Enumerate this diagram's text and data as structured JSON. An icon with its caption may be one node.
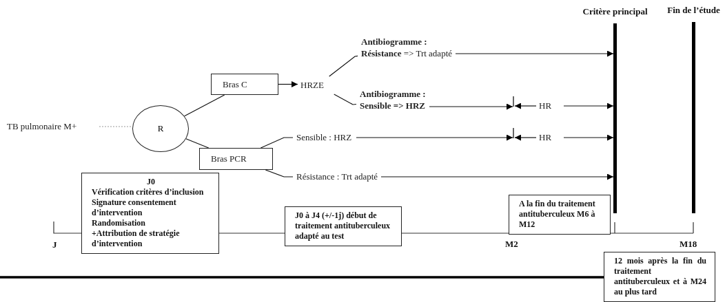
{
  "diagram": {
    "nodes": [
      {
        "text": [
          "TB pulmonaire M+"
        ]
      },
      {
        "text": [
          "R"
        ]
      },
      {
        "text": [
          "Bras C"
        ]
      },
      {
        "text": [
          "Bras PCR"
        ]
      },
      {
        "text": [
          "HRZE"
        ]
      },
      {
        "text": [
          "Antibiogramme :",
          "**Résistance** => Trt adapté"
        ]
      },
      {
        "text": [
          "Antibiogramme :",
          "Sensible => HRZ"
        ]
      },
      {
        "text": [
          "Sensible : HRZ"
        ]
      },
      {
        "text": [
          "Résistance : Trt adapté"
        ]
      },
      {
        "text": [
          "HR"
        ]
      },
      {
        "text": [
          "HR"
        ]
      },
      {
        "text": [
          "Critère principal"
        ]
      },
      {
        "text": [
          "Fin de l’étude"
        ]
      },
      {
        "text": [
          "J0",
          "Vérification critères d’inclusion",
          "Signature consentement d’intervention",
          "Randomisation",
          "+Attribution de stratégie d’intervention"
        ]
      },
      {
        "text": [
          "J0 à J4 (+/-1j) début de traitement antituberculeux adapté au test"
        ]
      },
      {
        "text": [
          "A la fin du traitement antituberculeux M6 à M12"
        ]
      },
      {
        "text": [
          "12 mois après la fin du traitement antituberculeux et à M24 au plus tard"
        ]
      }
    ],
    "edges": [
      {
        "from": 0,
        "to": 1,
        "arrow": "none",
        "style": "dashed",
        "color": "#999999"
      },
      {
        "from": 1,
        "to": 2,
        "arrow": "none"
      },
      {
        "from": 1,
        "to": 3,
        "arrow": "none"
      },
      {
        "from": 2,
        "to": 4,
        "arrow": "to"
      },
      {
        "from": 4,
        "to": 5,
        "arrow": "none"
      },
      {
        "from": 4,
        "to": 6,
        "arrow": "none"
      },
      {
        "from": 3,
        "to": 7,
        "arrow": "none"
      },
      {
        "from": 3,
        "to": 8,
        "arrow": "none"
      },
      {
        "from": 5,
        "to": 11,
        "arrow": "to"
      },
      {
        "from": 6,
        "to": null,
        "arrow": "to"
      },
      {
        "from": 9,
        "to": null,
        "arrow": "to"
      },
      {
        "from": 9,
        "to": 11,
        "arrow": "to"
      },
      {
        "from": 7,
        "to": null,
        "arrow": "to"
      },
      {
        "from": 10,
        "to": null,
        "arrow": "to"
      },
      {
        "from": 10,
        "to": 11,
        "arrow": "to"
      },
      {
        "from": 8,
        "to": 11,
        "arrow": "to"
      }
    ],
    "labels": [
      "J",
      "M2",
      "M18"
    ]
  }
}
